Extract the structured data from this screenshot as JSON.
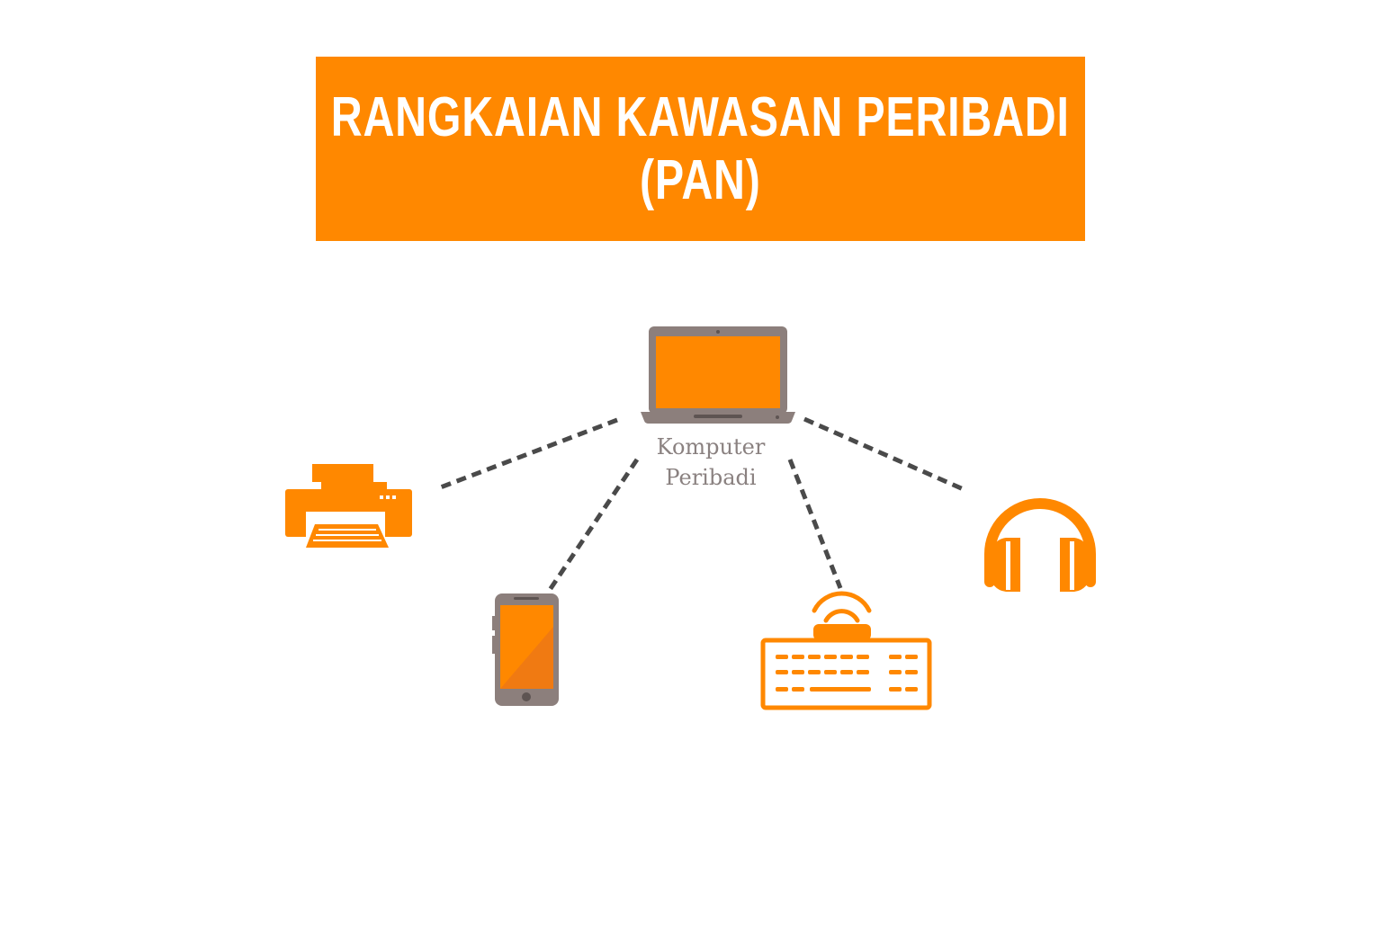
{
  "title": {
    "line1": "RANGKAIAN KAWASAN PERIBADI",
    "line2": "(PAN)"
  },
  "hub": {
    "label_line1": "Komputer",
    "label_line2": "Peribadi",
    "icon": "laptop-icon"
  },
  "devices": [
    {
      "icon": "printer-icon"
    },
    {
      "icon": "smartphone-icon"
    },
    {
      "icon": "wireless-keyboard-icon"
    },
    {
      "icon": "headphones-icon"
    }
  ],
  "colors": {
    "accent": "#ff8800",
    "device_gray": "#8c7f7c",
    "link": "#4a4a4a",
    "label": "#8a8180"
  }
}
